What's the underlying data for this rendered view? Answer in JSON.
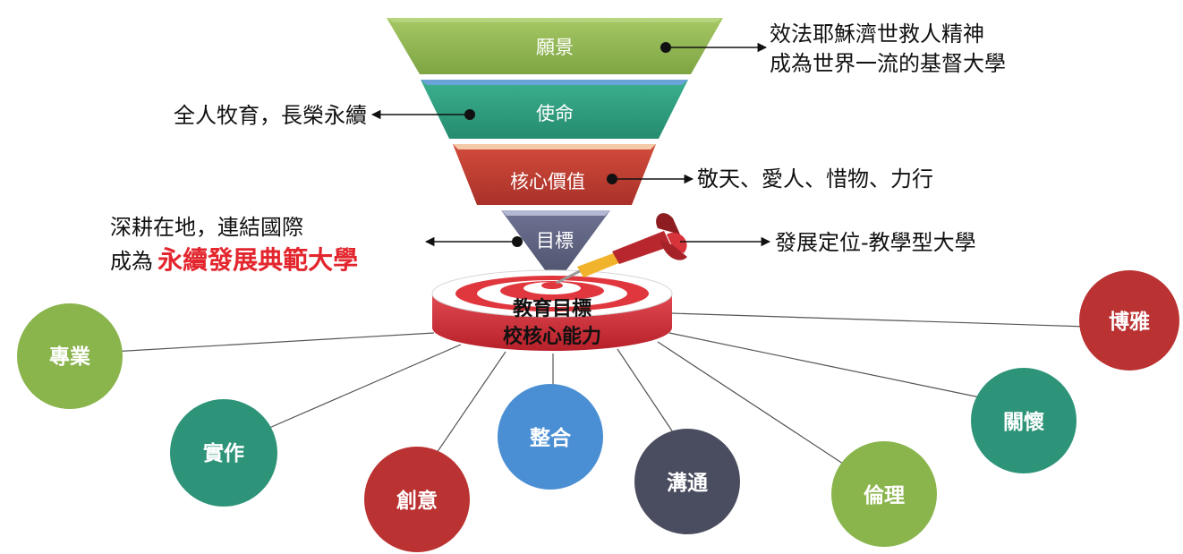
{
  "funnel": {
    "vision": "願景",
    "mission": "使命",
    "core_values": "核心價值",
    "goal": "目標"
  },
  "annotations": {
    "vision_line1": "效法耶穌濟世救人精神",
    "vision_line2": "成為世界一流的基督大學",
    "mission_text": "全人牧育，長榮永續",
    "core_values_text": "敬天、愛人、惜物、力行",
    "goal_line1": "深耕在地，連結國際",
    "goal_line2_prefix": "成為",
    "goal_line2_highlight": "永續發展典範大學",
    "positioning_text": "發展定位-教學型大學"
  },
  "target": {
    "line1": "教育目標",
    "line2": "校核心能力"
  },
  "competencies": {
    "professional": "專業",
    "practice": "實作",
    "creativity": "創意",
    "integration": "整合",
    "communication": "溝通",
    "ethics": "倫理",
    "care": "關懷",
    "liberal": "博雅"
  },
  "colors": {
    "vision": "#8db24f",
    "mission": "#2f9a7d",
    "core_values": "#c0392b",
    "goal": "#5a5f7d",
    "green_circle": "#8ab44c",
    "teal_circle": "#2e9479",
    "red_circle": "#bb3232",
    "blue_circle": "#4a8fd3",
    "slate_circle": "#4a4d5f",
    "highlight": "#e3262d"
  }
}
